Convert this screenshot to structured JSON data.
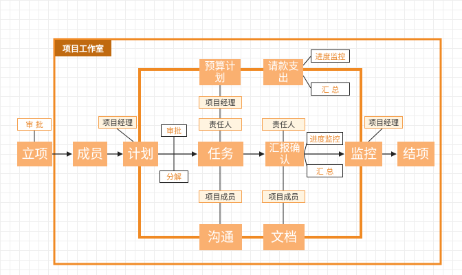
{
  "title": "项目工作室",
  "nodes": {
    "lixiang": "立项",
    "chengyuan": "成员",
    "jihua": "计划",
    "renwu": "任务",
    "huibao": "汇报确认",
    "jiankong": "监控",
    "jiexiang": "结项",
    "yusuan": "预算计划",
    "qingkuan": "请款支出",
    "goutong": "沟通",
    "wendang": "文档"
  },
  "tags": {
    "shenpi_top": "审 批",
    "manager_plan": "项目经理",
    "manager_budget": "项目经理",
    "responsible_task": "责任人",
    "responsible_report": "责任人",
    "member_task": "项目成员",
    "member_report": "项目成员",
    "manager_monitor": "项目经理"
  },
  "notes": {
    "plan_approve": "审批",
    "plan_split": "分解",
    "progress_top": "进度监控",
    "summary_top": "汇 总",
    "progress_mid": "进度监控",
    "summary_mid": "汇 总"
  },
  "colors": {
    "accent": "#F08A24",
    "node_fill": "#FAB070",
    "title_fill": "#C06A10",
    "line": "#222222"
  }
}
